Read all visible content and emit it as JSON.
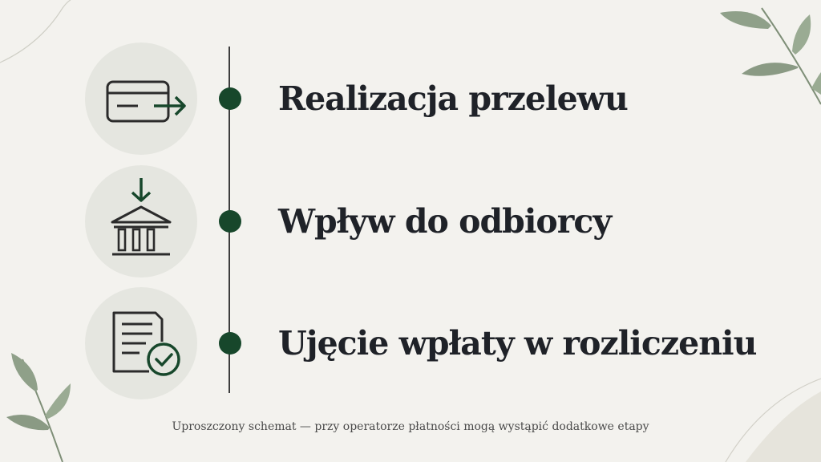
{
  "steps": [
    {
      "label": "Realizacja przelewu",
      "icon": "card-transfer-icon"
    },
    {
      "label": "Wpływ do odbiorcy",
      "icon": "bank-deposit-icon"
    },
    {
      "label": "Ujęcie wpłaty w rozliczeniu",
      "icon": "document-check-icon"
    }
  ],
  "footnote": "Uproszczony schemat — przy operatorze płatności mogą wystąpić dodatkowe etapy",
  "colors": {
    "background": "#f3f2ee",
    "accent_green": "#17472b",
    "icon_stroke": "#2b2b2b",
    "icon_circle": "#e5e6e0",
    "text": "#1f2228",
    "leaf": "#8fa089"
  }
}
